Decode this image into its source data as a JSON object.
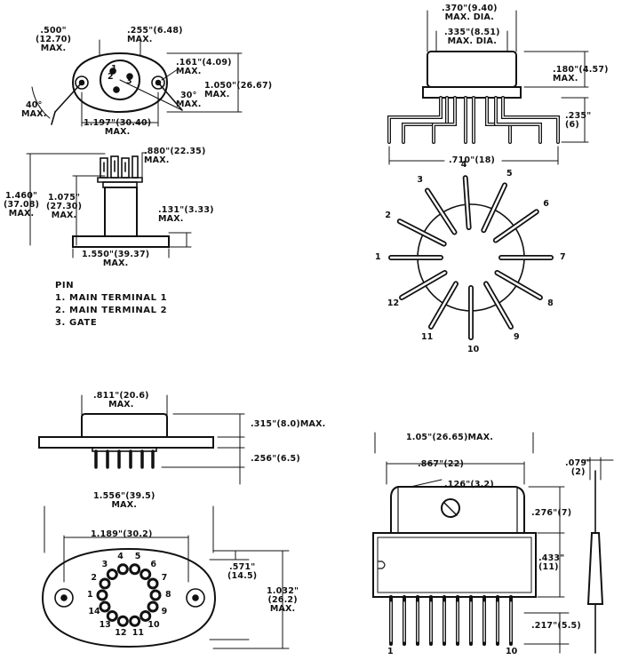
{
  "pkg1": {
    "d_500": ".500\"\n(12.70)\nMAX.",
    "d_255": ".255\"(6.48)\nMAX.",
    "d_161": ".161\"(4.09)\nMAX.",
    "d_1050": "1.050\"(26.67)\nMAX.",
    "d_30": "30°\nMAX.",
    "d_40": "40°\nMAX.",
    "d_1197": "1.197\"(30.40)\nMAX.",
    "d_880": ".880\"(22.35)\nMAX.",
    "d_1460": "1.460\"\n(37.08)\nMAX.",
    "d_1075": "1.075\"\n(27.30)\nMAX.",
    "d_131": ".131\"(3.33)\nMAX.",
    "d_1550": "1.550\"(39.37)\nMAX.",
    "pins": [
      "1",
      "2",
      "3"
    ],
    "legend_title": "PIN",
    "legend": [
      "1. MAIN TERMINAL 1",
      "2. MAIN TERMINAL 2",
      "3. GATE"
    ]
  },
  "pkg2": {
    "d_370": ".370\"(9.40)\nMAX. DIA.",
    "d_335": ".335\"(8.51)\nMAX. DIA.",
    "d_180": ".180\"(4.57)\nMAX.",
    "d_235": ".235\"\n(6)",
    "d_710": ".710\"(18)",
    "pins": [
      "1",
      "2",
      "3",
      "4",
      "5",
      "6",
      "7",
      "8",
      "9",
      "10",
      "11",
      "12"
    ]
  },
  "pkg3": {
    "d_811": ".811\"(20.6)\nMAX.",
    "d_315": ".315\"(8.0)MAX.",
    "d_256": ".256\"(6.5)",
    "d_1556": "1.556\"(39.5)\nMAX.",
    "d_1189": "1.189\"(30.2)",
    "d_571": ".571\"\n(14.5)",
    "d_1032": "1.032\"\n(26.2)\nMAX.",
    "pins": [
      "1",
      "2",
      "3",
      "4",
      "5",
      "6",
      "7",
      "8",
      "9",
      "10",
      "11",
      "12",
      "13",
      "14"
    ]
  },
  "pkg4": {
    "d_105": "1.05\"(26.65)MAX.",
    "d_867": ".867\"(22)",
    "d_126": ".126\"(3.2)",
    "d_079": ".079\"\n(2)",
    "d_276": ".276\"(7)",
    "d_433": ".433\"\n(11)",
    "d_217": ".217\"(5.5)",
    "pin_first": "1",
    "pin_last": "10"
  }
}
